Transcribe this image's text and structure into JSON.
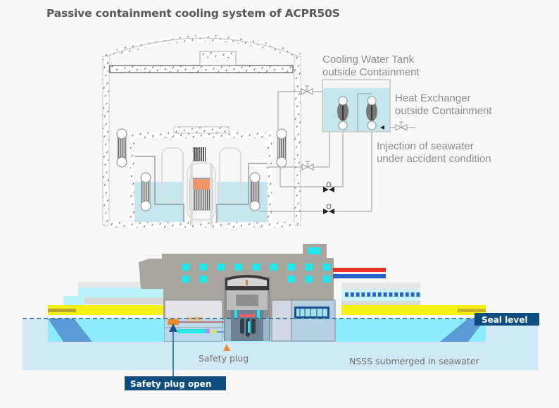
{
  "title": "Passive containment cooling system of ACPR50S",
  "top_diagram": {
    "labels": {
      "cooling_tank_line1": "Cooling Water Tank",
      "cooling_tank_line2": "outside Containment",
      "heat_exchanger_line1": "Heat Exchanger",
      "heat_exchanger_line2": "outside Containment",
      "injection_line1": "Injection of seawater",
      "injection_line2": "under accident condition"
    }
  },
  "bottom_diagram": {
    "labels": {
      "seal_level": "Seal level",
      "safety_plug": "Safety plug",
      "safety_plug_open": "Safety plug open",
      "nsss_submerged": "NSSS submerged in seawater"
    }
  },
  "colors": {
    "badge": "#0f4d7d",
    "water_light": "#cfeaf6",
    "water_bright": "#8cecfb",
    "hull_blue": "#5b9bd5",
    "deck_yellow": "#f5ef14",
    "building_gray": "#a8a59f",
    "window_cyan": "#22e6ea",
    "pipe_red": "#e8322c",
    "pipe_blue": "#2b62c8",
    "plug_orange": "#f08a24",
    "tank_water": "#c5e6ef",
    "core_orange": "#f0956a"
  }
}
